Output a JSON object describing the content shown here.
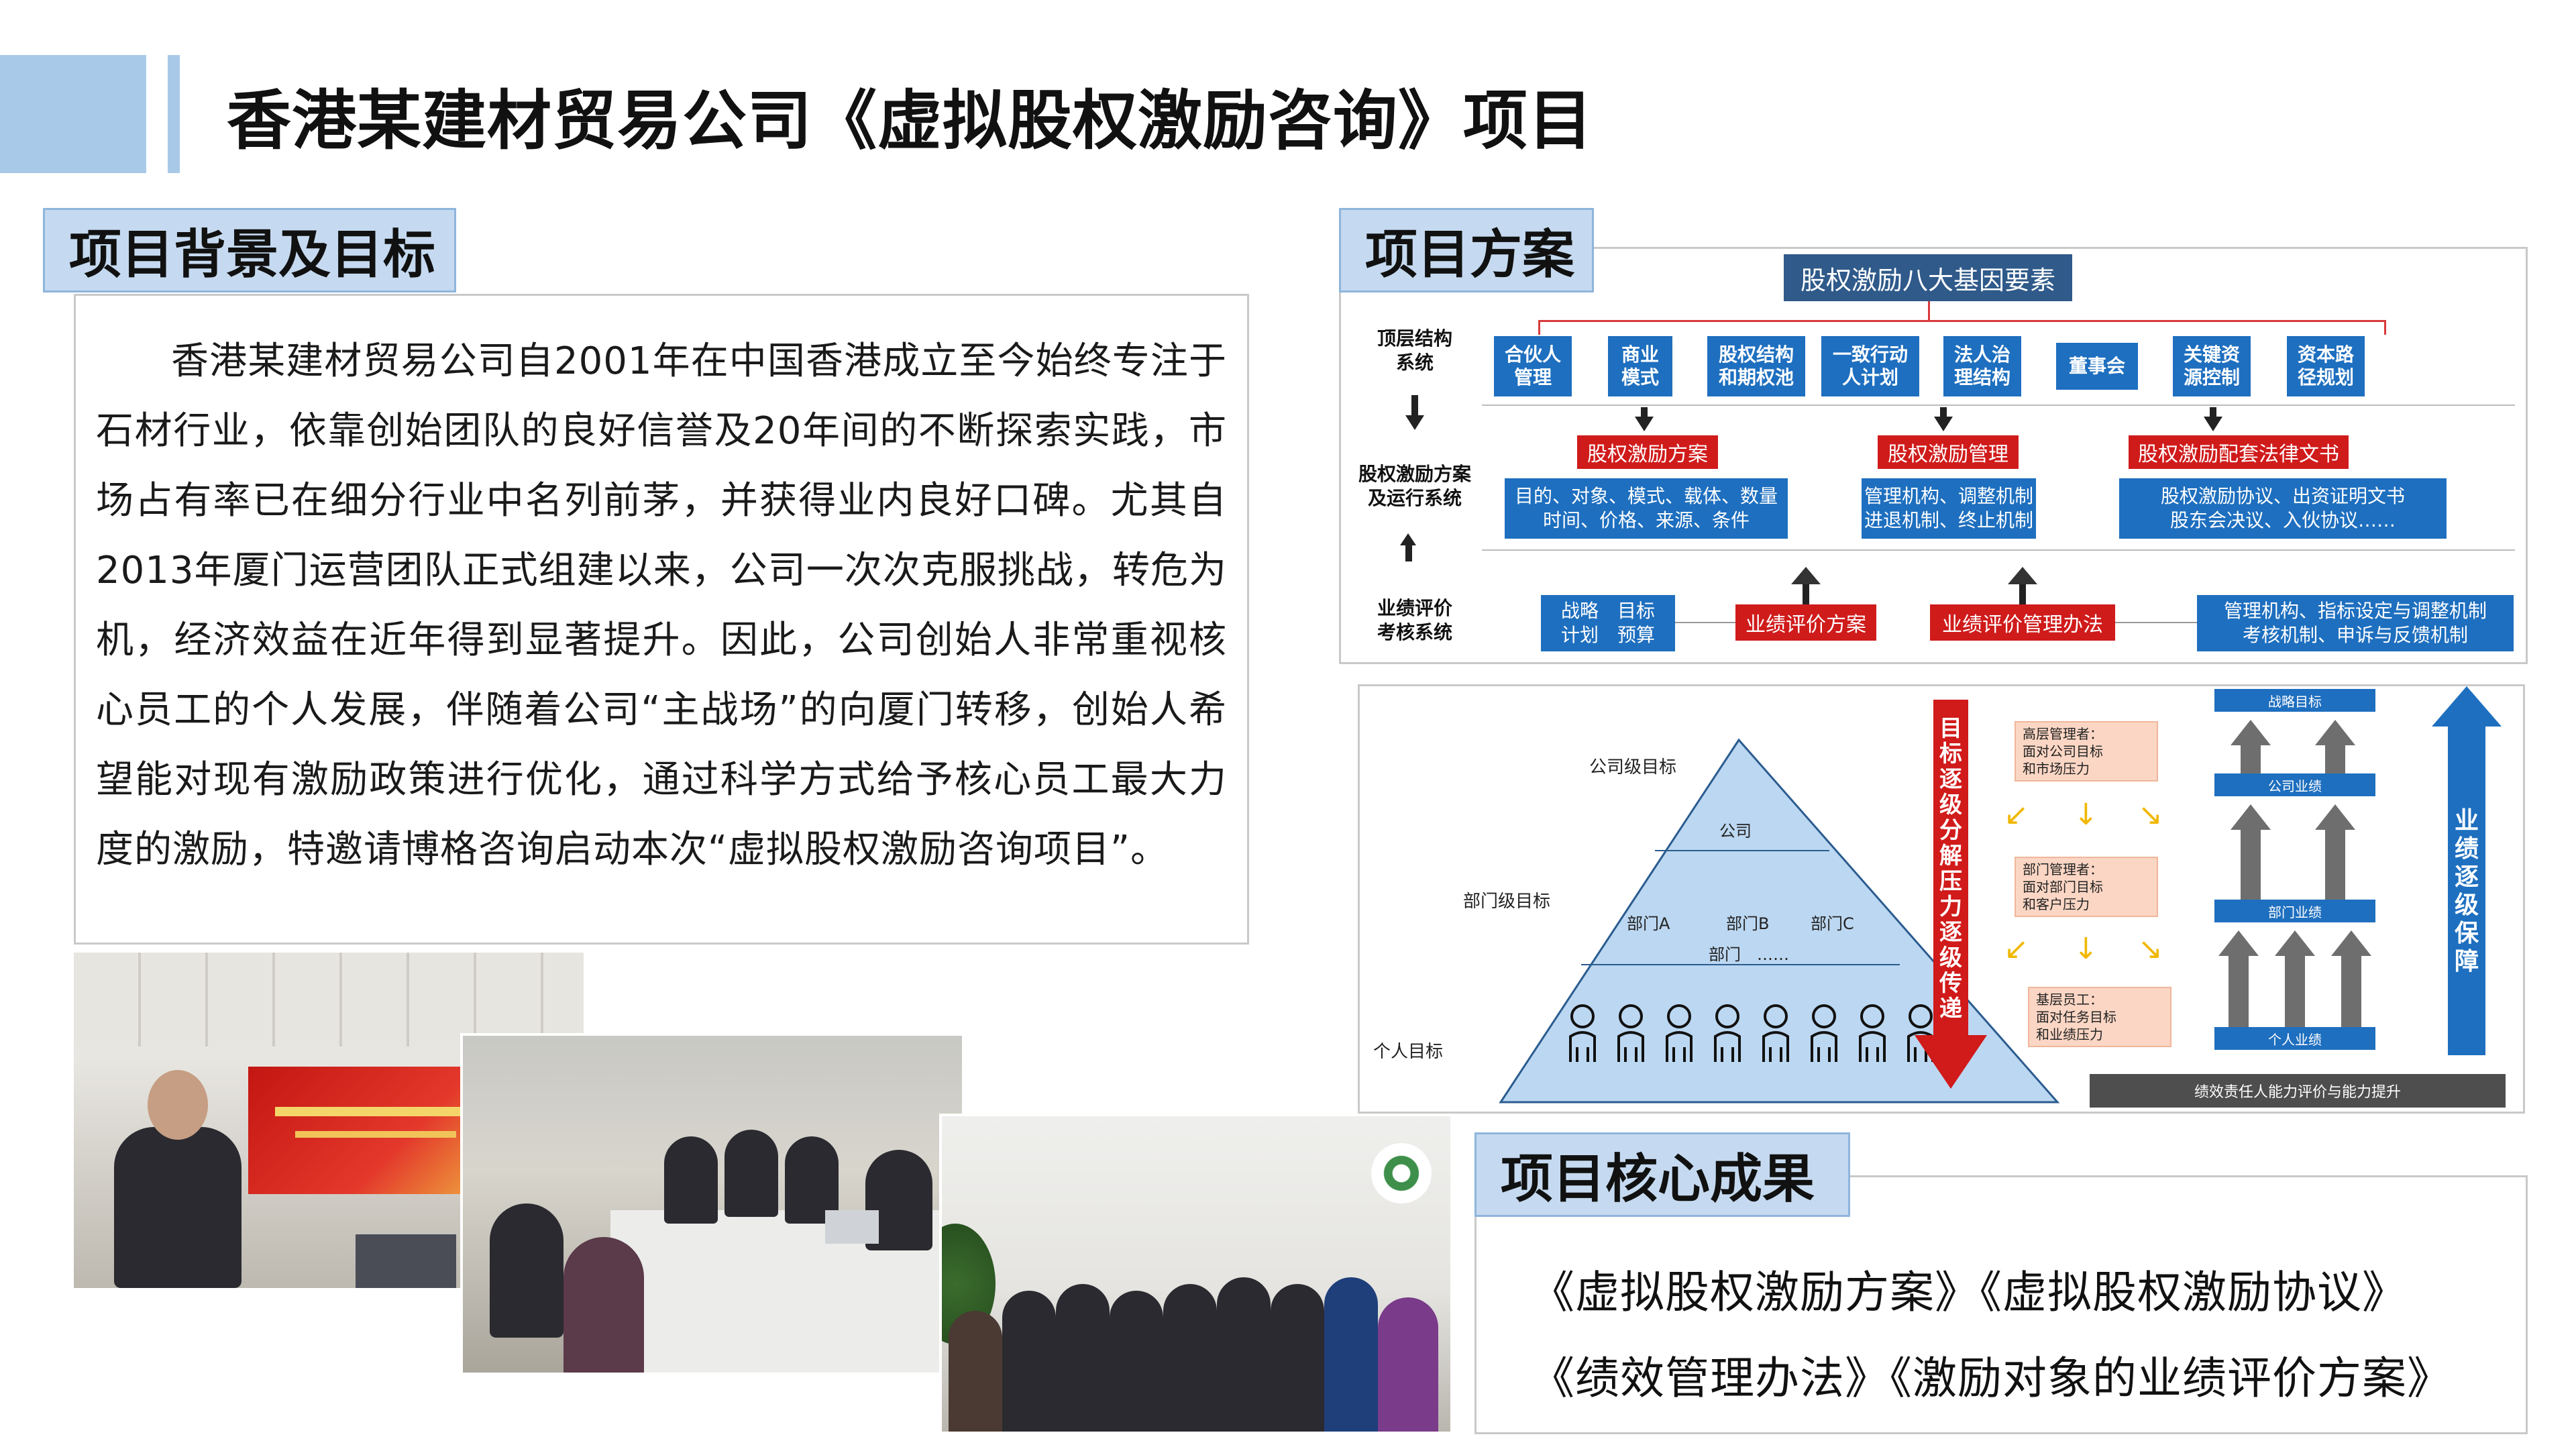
{
  "header": {
    "title": "香港某建材贸易公司《虚拟股权激励咨询》项目"
  },
  "background": {
    "label": "项目背景及目标",
    "paragraph": "香港某建材贸易公司自2001年在中国香港成立至今始终专注于石材行业，依靠创始团队的良好信誉及20年间的不断探索实践，市场占有率已在细分行业中名列前茅，并获得业内良好口碑。尤其自2013年厦门运营团队正式组建以来，公司一次次克服挑战，转危为机，经济效益在近年得到显著提升。因此，公司创始人非常重视核心员工的个人发展，伴随着公司“主战场”的向厦门转移，创始人希望能对现有激励政策进行优化，通过科学方式给予核心员工最大力度的激励，特邀请博格咨询启动本次“虚拟股权激励咨询项目”。"
  },
  "plan": {
    "label": "项目方案",
    "title": "股权激励八大基因要素",
    "row_labels": {
      "top": [
        "顶层结构",
        "系统"
      ],
      "middle": [
        "股权激励方案",
        "及运行系统"
      ],
      "bottom": [
        "业绩评价",
        "考核系统"
      ]
    },
    "elements": [
      [
        "合伙人",
        "管理"
      ],
      [
        "商业",
        "模式"
      ],
      [
        "股权结构",
        "和期权池"
      ],
      [
        "一致行动",
        "人计划"
      ],
      [
        "法人治",
        "理结构"
      ],
      [
        "董事会"
      ],
      [
        "关键资",
        "源控制"
      ],
      [
        "资本路",
        "径规划"
      ]
    ],
    "red_boxes": {
      "scheme": "股权激励方案",
      "management": "股权激励管理",
      "legal": "股权激励配套法律文书",
      "eval_plan": "业绩评价方案",
      "eval_method": "业绩评价管理办法"
    },
    "details": {
      "scheme": [
        "目的、对象、模式、载体、数量",
        "时间、价格、来源、条件"
      ],
      "management": [
        "管理机构、调整机制",
        "进退机制、终止机制"
      ],
      "legal": [
        "股权激励协议、出资证明文书",
        "股东会决议、入伙协议……"
      ],
      "strategy": [
        "战略　目标",
        "计划　预算"
      ],
      "eval_mgmt": [
        "管理机构、指标设定与调整机制",
        "考核机制、申诉与反馈机制"
      ]
    }
  },
  "pyramid": {
    "levels": {
      "company": "公司级目标",
      "dept": "部门级目标",
      "personal": "个人目标"
    },
    "inner": {
      "company": "公司",
      "dept_a": "部门A",
      "dept_b": "部门B",
      "dept_c": "部门C",
      "dept_more": "部门　……"
    },
    "red_arrow": "目标逐级分解压力逐级传递",
    "cards": {
      "senior": [
        "高层管理者：",
        "面对公司目标",
        "和市场压力"
      ],
      "middle": [
        "部门管理者：",
        "面对部门目标",
        "和客户压力"
      ],
      "base": [
        "基层员工：",
        "面对任务目标",
        "和业绩压力"
      ]
    },
    "bars": {
      "strategy": "战略目标",
      "company": "公司业绩",
      "dept": "部门业绩",
      "personal": "个人业绩"
    },
    "blue_arrow": "业绩逐级保障",
    "bottom_bar": "绩效责任人能力评价与能力提升"
  },
  "results": {
    "label": "项目核心成果",
    "line1": "《虚拟股权激励方案》《虚拟股权激励协议》",
    "line2": "《绩效管理办法》《激励对象的业绩评价方案》"
  },
  "colors": {
    "accent_light": "#a9c9e9",
    "label_bg": "#c5daf0",
    "blue": "#1e6fbf",
    "red": "#d01b1b",
    "navy": "#2f5a8a"
  }
}
